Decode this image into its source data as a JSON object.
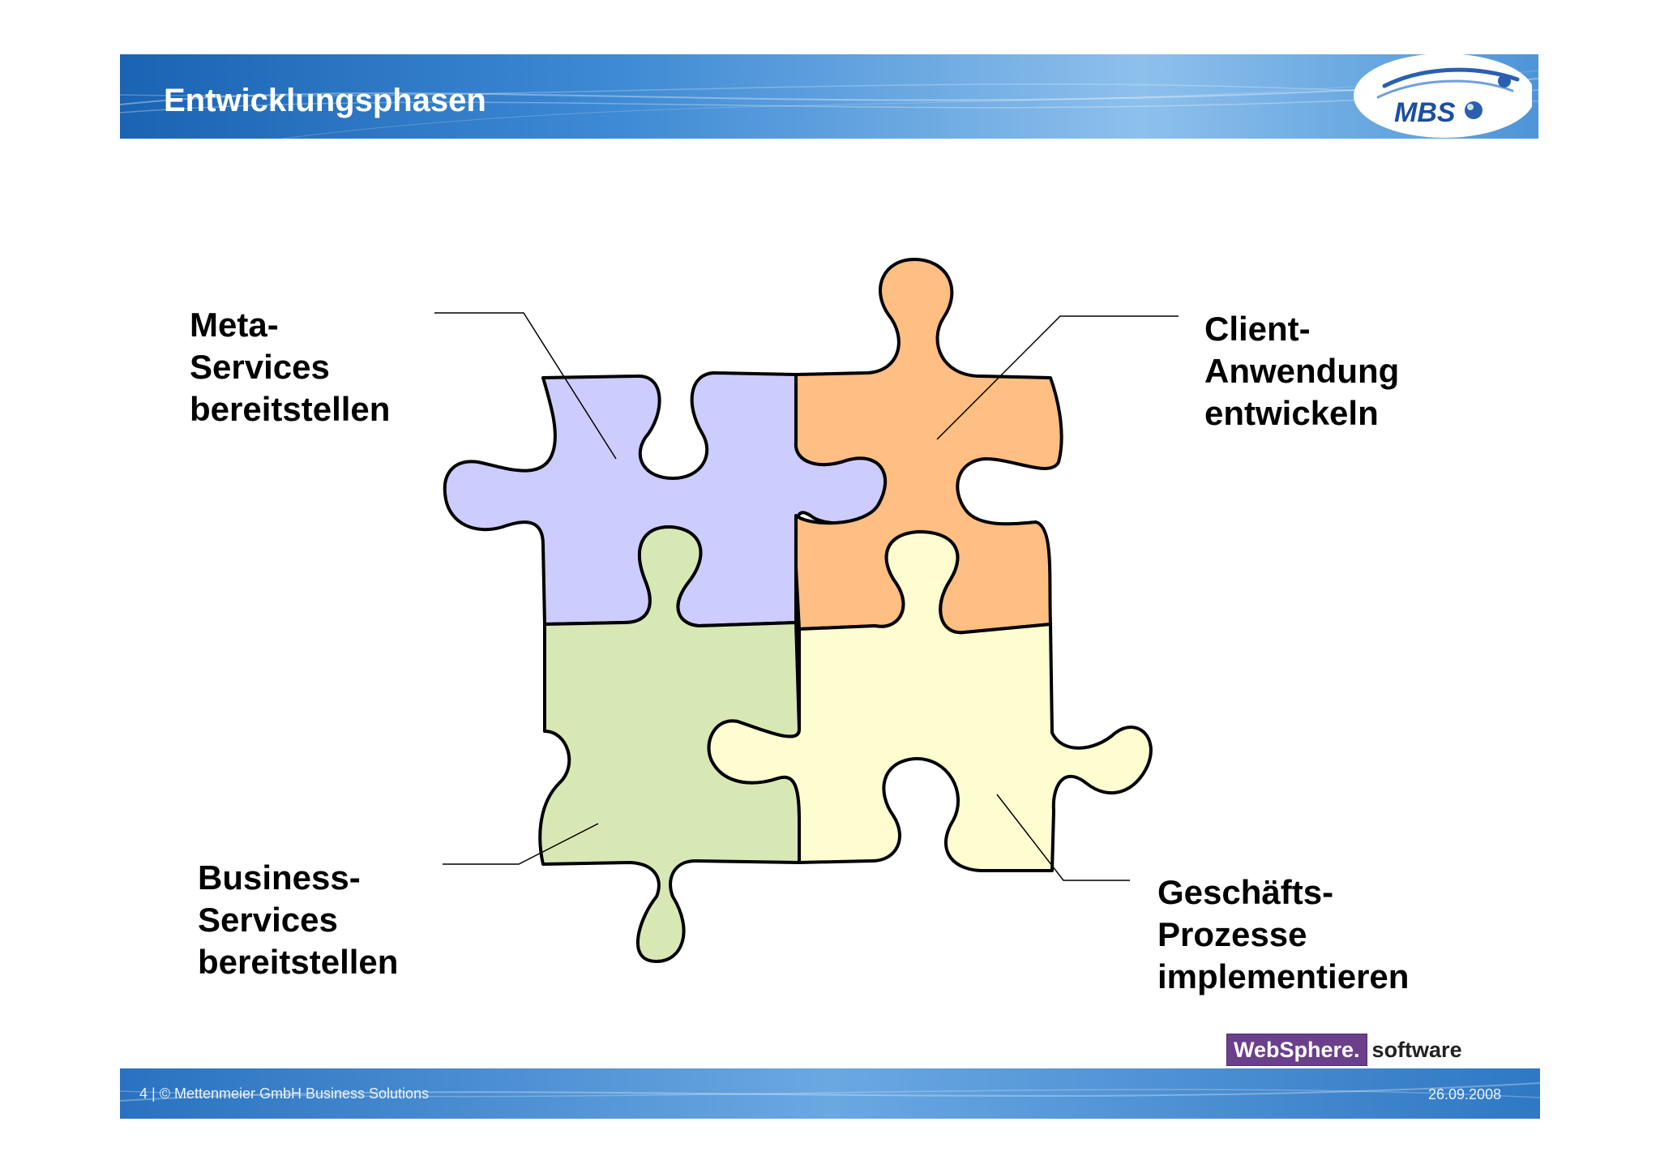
{
  "header": {
    "title": "Entwicklungsphasen",
    "logo_text": "MBS"
  },
  "diagram": {
    "pieces": [
      {
        "id": "meta",
        "label_lines": [
          "Meta-",
          "Services",
          "bereitstellen"
        ],
        "color": "#ccccff"
      },
      {
        "id": "client",
        "label_lines": [
          "Client-",
          "Anwendung",
          "entwickeln"
        ],
        "color": "#ffbe82"
      },
      {
        "id": "business",
        "label_lines": [
          "Business-",
          "Services",
          "bereitstellen"
        ],
        "color": "#d8e8b4"
      },
      {
        "id": "process",
        "label_lines": [
          "Geschäfts-",
          "Prozesse",
          "implementieren"
        ],
        "color": "#fdfdd0"
      }
    ]
  },
  "branding": {
    "websphere_label": "WebSphere.",
    "software_label": "software"
  },
  "footer": {
    "left_text": "4 | © Mettenmeier GmbH Business Solutions",
    "date": "26.09.2008"
  }
}
